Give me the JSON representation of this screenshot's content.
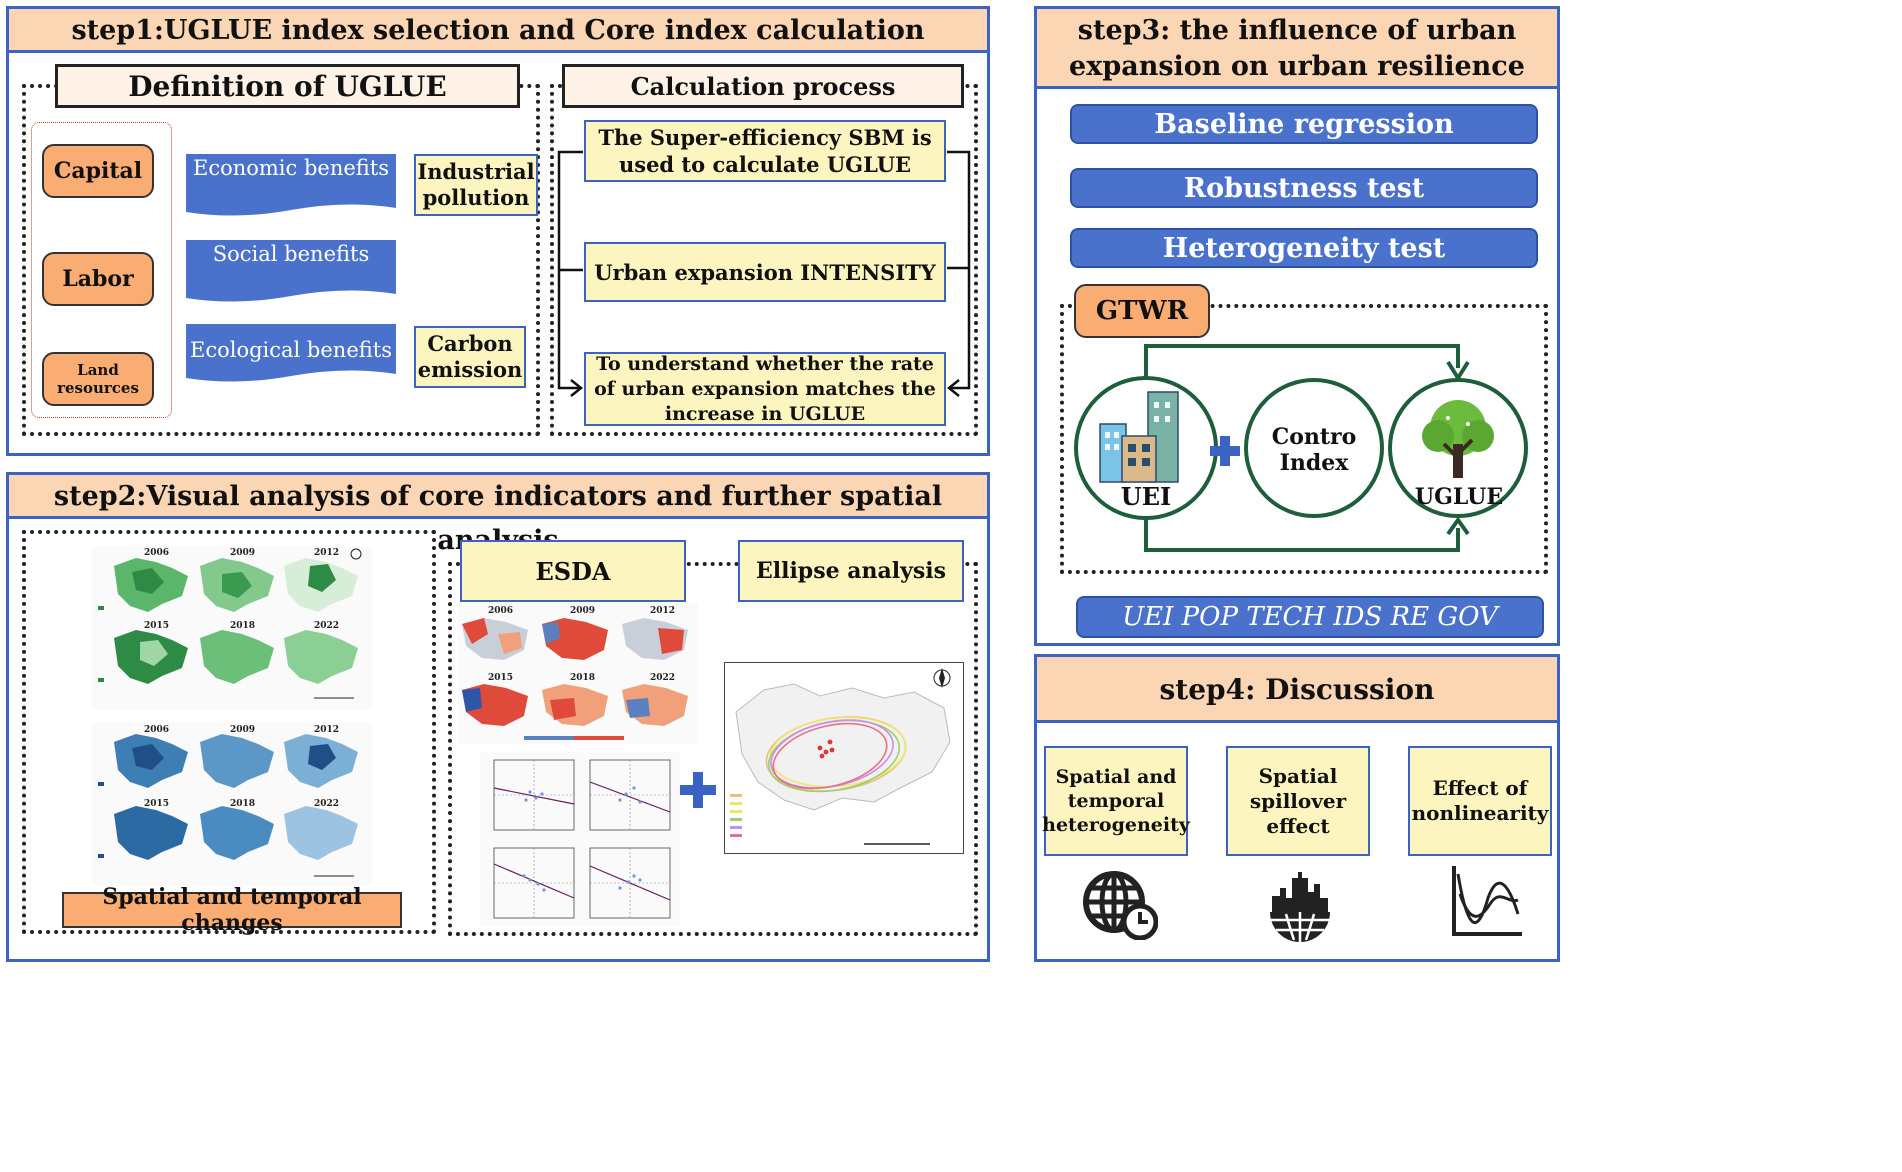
{
  "step1": {
    "title": "step1:UGLUE index selection and Core index calculation",
    "definition": "Definition of UGLUE",
    "calc_title": "Calculation process",
    "inputs": [
      "Capital",
      "Labor",
      "Land resources"
    ],
    "benefits": [
      "Economic benefits",
      "Social benefits",
      "Ecological benefits"
    ],
    "undesired": [
      "Industrial pollution",
      "Carbon emission"
    ],
    "calc_steps": [
      "The Super-efficiency SBM is used to calculate UGLUE",
      "Urban expansion INTENSITY",
      "To understand whether the rate of urban expansion matches the increase in UGLUE"
    ]
  },
  "step2": {
    "title": "step2:Visual analysis of core indicators and further spatial  analysis",
    "spatial_label": "Spatial and temporal changes",
    "esda": "ESDA",
    "ellipse": "Ellipse analysis",
    "years": [
      "2006",
      "2009",
      "2012",
      "2015",
      "2018",
      "2022"
    ]
  },
  "step3": {
    "title": "step3: the influence of urban expansion on urban resilience",
    "bars": [
      "Baseline regression",
      "Robustness test",
      "Heterogeneity test"
    ],
    "gtwr": "GTWR",
    "uei": "UEI",
    "contro": "Contro Index",
    "uglue": "UGLUE",
    "variables": "UEI POP TECH IDS RE GOV"
  },
  "step4": {
    "title": "step4: Discussion",
    "items": [
      "Spatial and temporal heterogeneity",
      "Spatial spillover effect",
      "Effect of nonlinearity"
    ]
  },
  "colors": {
    "panel_border": "#3a63c4",
    "header_fill": "#fbd6b5",
    "yellow_fill": "#fdf5c0",
    "orange_fill": "#f9ad72",
    "blue_bar": "#4a72cc",
    "dark_green": "#1f5e3a"
  }
}
